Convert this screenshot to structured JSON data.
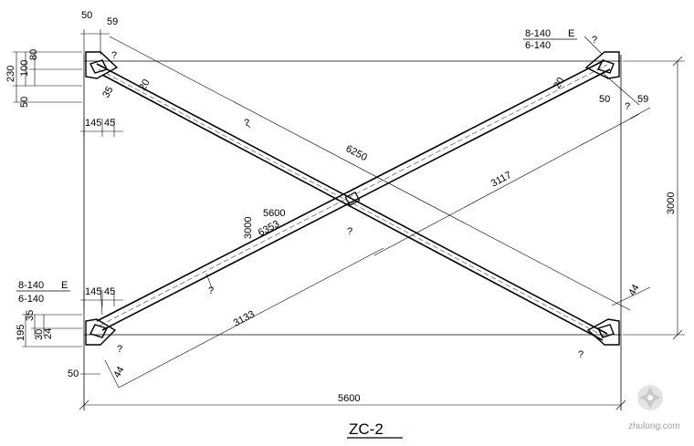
{
  "drawing": {
    "title": "ZC-2",
    "dimensions": {
      "top_left_50": "50",
      "top_left_59": "59",
      "left_230": "230",
      "left_100": "100",
      "left_80": "80",
      "left_50": "50",
      "diag_35": "35",
      "diag_20_left": "20",
      "left_145": "145",
      "left_45": "45",
      "diag_6250": "6250",
      "mid_5600": "5600",
      "mid_3000": "3000",
      "mid_6353": "6353",
      "diag_3117": "3117",
      "diag_3133": "3133",
      "right_3000": "3000",
      "right_20": "20",
      "right_50": "50",
      "right_59": "59",
      "right_44": "44",
      "bl_145": "145",
      "bl_45": "45",
      "bl_195": "195",
      "bl_35": "35",
      "bl_30": "30",
      "bl_24": "24",
      "bottom_50": "50",
      "bottom_44": "44",
      "bottom_5600": "5600"
    },
    "plate_labels": {
      "tr_line1": "8-140",
      "tr_line2": "6-140",
      "bl_line1": "8-140",
      "bl_line2": "6-140",
      "weld_mark": "E"
    },
    "question_marks": [
      "?",
      "?",
      "?",
      "?",
      "?",
      "?",
      "?",
      "?"
    ]
  },
  "watermark": {
    "text": "zhulong.com"
  }
}
